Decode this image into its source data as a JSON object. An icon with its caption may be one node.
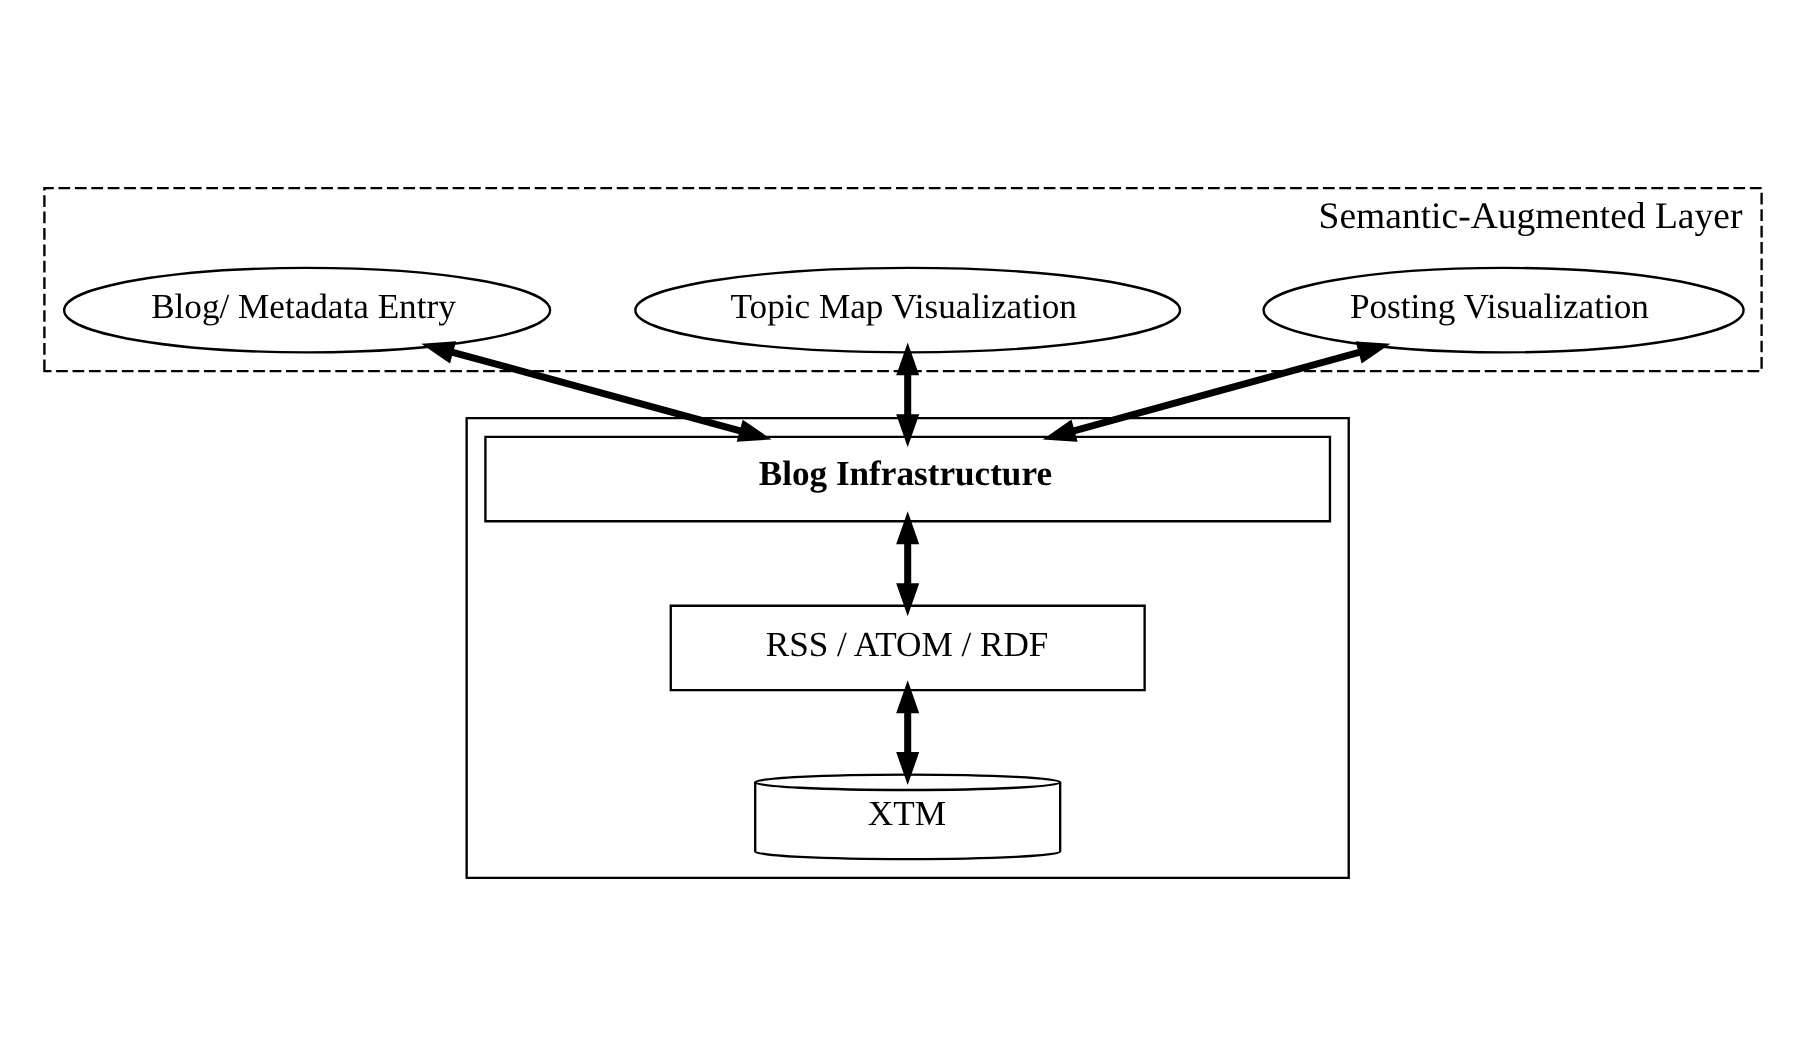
{
  "diagram": {
    "nodes": [
      {
        "text": [
          "Semantic-Augmented Layer"
        ]
      },
      {
        "text": [],
        "shape": "box"
      },
      {
        "text": [
          "Blog/ Metadata Entry"
        ],
        "in": 0
      },
      {
        "text": [
          "Topic Map Visualization"
        ],
        "in": 0
      },
      {
        "text": [
          "Posting Visualization"
        ],
        "in": 0
      },
      {
        "text": [
          "Blog Infrastructure"
        ],
        "in": 1
      },
      {
        "text": [
          "RSS / ATOM / RDF"
        ],
        "in": 1
      },
      {
        "text": [
          "XTM"
        ],
        "in": 1
      }
    ],
    "edges": [
      {
        "from": 2,
        "to": 5,
        "arrow": "both"
      },
      {
        "from": 3,
        "to": 5,
        "arrow": "both"
      },
      {
        "from": 4,
        "to": 5,
        "arrow": "both"
      },
      {
        "from": 5,
        "to": 6,
        "arrow": "both"
      },
      {
        "from": 6,
        "to": 7,
        "arrow": "both"
      }
    ]
  }
}
